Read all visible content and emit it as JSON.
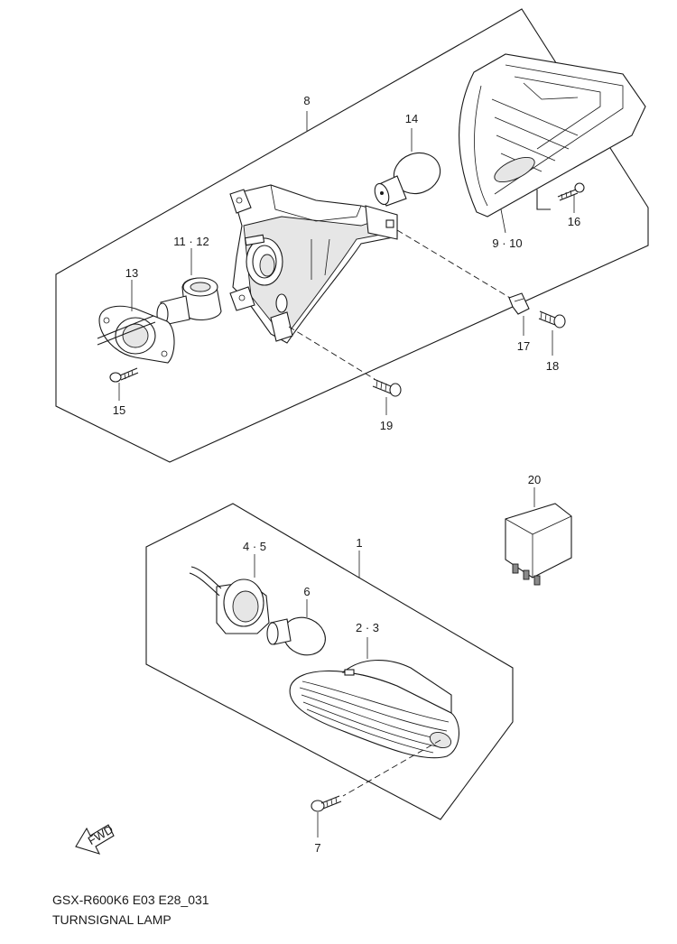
{
  "diagram": {
    "code": "GSX-R600K6 E03 E28_031",
    "name": "TURNSIGNAL LAMP",
    "fwd_label": "FWD"
  },
  "callouts": {
    "c1": "1",
    "c2_3": "2 · 3",
    "c4_5": "4 · 5",
    "c6": "6",
    "c7": "7",
    "c8": "8",
    "c9_10": "9 · 10",
    "c11_12": "11 · 12",
    "c13": "13",
    "c14": "14",
    "c15": "15",
    "c16": "16",
    "c17": "17",
    "c18": "18",
    "c19": "19",
    "c20": "20"
  }
}
